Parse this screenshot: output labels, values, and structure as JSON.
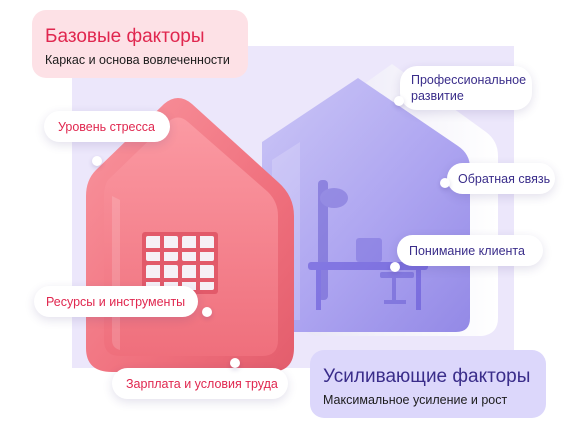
{
  "base_factors": {
    "title": "Базовые факторы",
    "subtitle": "Каркас и основа вовлеченности"
  },
  "boost_factors": {
    "title": "Усиливающие факторы",
    "subtitle": "Максимальное усиление и рост"
  },
  "base_bubbles": [
    "Уровень стресса",
    "Ресурсы и инструменты",
    "Зарплата и условия труда"
  ],
  "boost_bubbles": {
    "professional_line1": "Профессиональное",
    "professional_line2": "развитие",
    "feedback": "Обратная связь",
    "client": "Понимание клиента"
  },
  "colors": {
    "pink_accent": "#e0274f",
    "purple_accent": "#3a2d8a",
    "pink_card": "#fde1e6",
    "purple_card": "#dcd7fb",
    "background_panel": "#ece7fb"
  }
}
